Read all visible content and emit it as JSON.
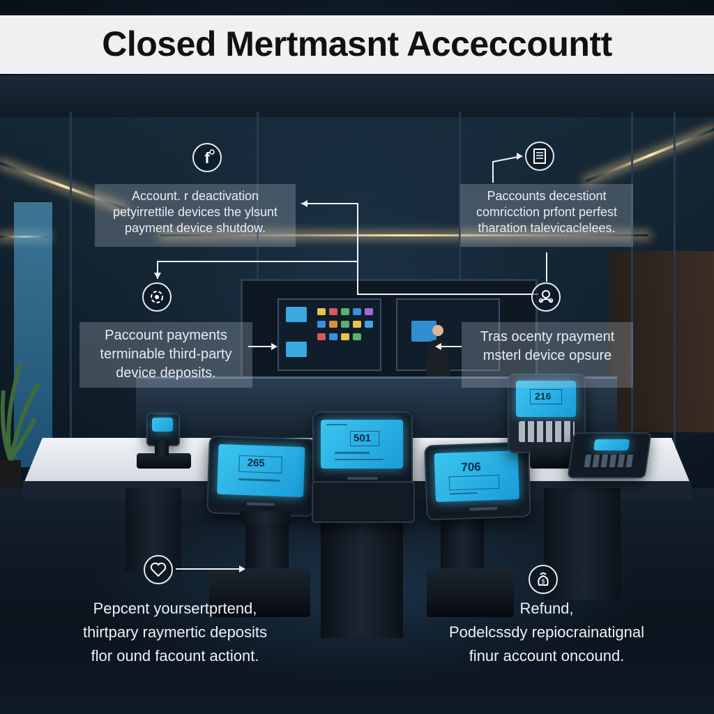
{
  "title": "Closed Mertmasnt Acceccountt",
  "callouts": {
    "top_left": [
      "Account. r deactivation",
      "petyirrettile devices the ylsunt",
      "payment device shutdow."
    ],
    "top_right": [
      "Paccounts decestiont",
      "comricction prfont perfest",
      "tharation talevicaclelees."
    ],
    "mid_left": [
      "Paccount payments",
      "terminable third-party",
      "device deposits."
    ],
    "mid_right": [
      "Tras ocenty rpayment",
      "msterl device opsure"
    ],
    "bottom_left": [
      "Pepcent yoursertprtend,",
      "thirtpary raymertic deposits",
      "flor ound facount actiont."
    ],
    "bottom_right": [
      "Refund,",
      "Podelcssdy repiocrainatignal",
      "finur account oncound."
    ]
  },
  "icons": [
    "facebook-icon",
    "document-icon",
    "settings-icon",
    "user-support-icon",
    "heart-icon",
    "money-bag-icon"
  ],
  "terminals": {
    "left": "265",
    "center": "501",
    "right": "706",
    "handheld": "216"
  },
  "colors": {
    "screen": "#2fb8ec",
    "callout_bg": "rgba(200,210,220,0.26)",
    "title_bg": "#eef0f2"
  }
}
